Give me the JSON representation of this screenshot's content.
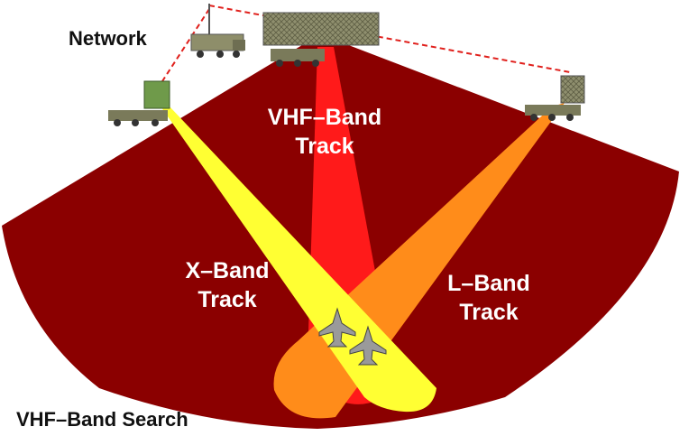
{
  "labels": {
    "network": "Network",
    "vhf_track_line1": "VHF–Band",
    "vhf_track_line2": "Track",
    "x_track_line1": "X–Band",
    "x_track_line2": "Track",
    "l_track_line1": "L–Band",
    "l_track_line2": "Track",
    "vhf_search": "VHF–Band Search"
  },
  "colors": {
    "search_sector": "#8b0000",
    "vhf_beam": "#ff1a1a",
    "x_band_beam": "#ffff33",
    "l_band_beam": "#ff8c1a",
    "network_link": "#e0201c",
    "label_light": "#ffffff",
    "label_dark": "#111111",
    "vehicle": "#7a7a5a"
  },
  "icons": {
    "vhf_radar": "vhf-array-radar-icon",
    "x_band_radar": "x-band-radar-truck-icon",
    "l_band_radar": "l-band-radar-truck-icon",
    "command_post": "command-vehicle-icon",
    "aircraft": "stealth-fighter-icon"
  }
}
